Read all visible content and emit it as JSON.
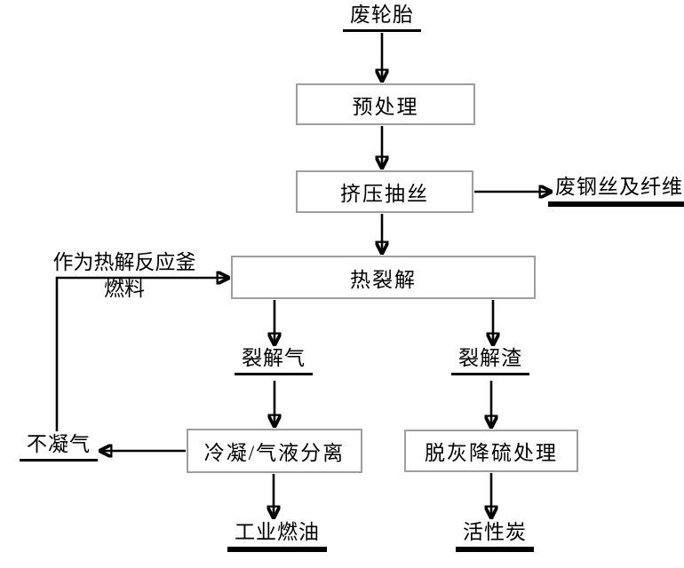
{
  "diagram": {
    "kind": "flowchart",
    "nodes": {
      "waste_tire": {
        "label": "废轮胎",
        "type": "terminal",
        "underline": "single"
      },
      "pretreatment": {
        "label": "预处理",
        "type": "process"
      },
      "extrusion": {
        "label": "挤压抽丝",
        "type": "process"
      },
      "waste_steel_fiber": {
        "label": "废钢丝及纤维",
        "type": "terminal",
        "underline": "double"
      },
      "pyrolysis": {
        "label": "热裂解",
        "type": "process"
      },
      "pyrolysis_gas": {
        "label": "裂解气",
        "type": "terminal",
        "underline": "single"
      },
      "pyrolysis_residue": {
        "label": "裂解渣",
        "type": "terminal",
        "underline": "single"
      },
      "non_condensable_gas": {
        "label": "不凝气",
        "type": "terminal",
        "underline": "single"
      },
      "condensation": {
        "label": "冷凝/气液分离",
        "type": "process"
      },
      "deash_desulfur": {
        "label": "脱灰降硫处理",
        "type": "process"
      },
      "industrial_fuel_oil": {
        "label": "工业燃油",
        "type": "terminal",
        "underline": "double"
      },
      "activated_carbon": {
        "label": "活性炭",
        "type": "terminal",
        "underline": "double"
      }
    },
    "fuel_note": {
      "line1": "作为热解反应釜",
      "line2": "燃料"
    },
    "edges": [
      {
        "from": "废轮胎",
        "to": "预处理"
      },
      {
        "from": "预处理",
        "to": "挤压抽丝"
      },
      {
        "from": "挤压抽丝",
        "to": "废钢丝及纤维"
      },
      {
        "from": "挤压抽丝",
        "to": "热裂解"
      },
      {
        "from": "热裂解",
        "to": "裂解气"
      },
      {
        "from": "热裂解",
        "to": "裂解渣"
      },
      {
        "from": "裂解气",
        "to": "冷凝/气液分离"
      },
      {
        "from": "冷凝/气液分离",
        "to": "不凝气"
      },
      {
        "from": "冷凝/气液分离",
        "to": "工业燃油"
      },
      {
        "from": "裂解渣",
        "to": "脱灰降硫处理"
      },
      {
        "from": "脱灰降硫处理",
        "to": "活性炭"
      },
      {
        "from": "不凝气",
        "to": "热裂解",
        "label": "作为热解反应釜燃料"
      }
    ],
    "colors": {
      "line": "#000000",
      "box_border": "#9e9e9e",
      "text": "#000000",
      "background": "#ffffff"
    }
  }
}
